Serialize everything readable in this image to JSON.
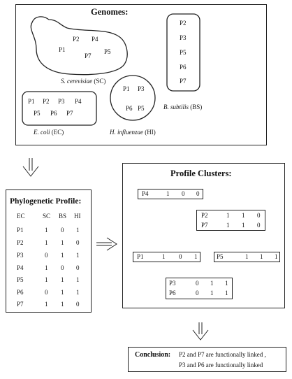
{
  "genomes": {
    "title": "Genomes:",
    "sc": {
      "proteins": [
        "P1",
        "P2",
        "P4",
        "P7",
        "P5"
      ],
      "species": "S. cerevisiae",
      "abbr": "(SC)"
    },
    "bs": {
      "proteins": [
        "P2",
        "P3",
        "P5",
        "P6",
        "P7"
      ],
      "species": "B. subtilis",
      "abbr": "(BS)"
    },
    "ec": {
      "proteins": [
        "P1",
        "P2",
        "P3",
        "P4",
        "P5",
        "P6",
        "P7"
      ],
      "species": "E. coli",
      "abbr": "(EC)"
    },
    "hi": {
      "proteins": [
        "P1",
        "P3",
        "P6",
        "P5"
      ],
      "species": "H. influenzae",
      "abbr": "(HI)"
    }
  },
  "profile": {
    "title": "Phylogenetic Profile:",
    "headers": [
      "EC",
      "SC",
      "BS",
      "HI"
    ],
    "rows": [
      [
        "P1",
        "1",
        "0",
        "1"
      ],
      [
        "P2",
        "1",
        "1",
        "0"
      ],
      [
        "P3",
        "0",
        "1",
        "1"
      ],
      [
        "P4",
        "1",
        "0",
        "0"
      ],
      [
        "P5",
        "1",
        "1",
        "1"
      ],
      [
        "P6",
        "0",
        "1",
        "1"
      ],
      [
        "P7",
        "1",
        "1",
        "0"
      ]
    ]
  },
  "clusters": {
    "title": "Profile Clusters:",
    "p4": {
      "label": "P4",
      "v": [
        "1",
        "0",
        "0"
      ]
    },
    "p2p7": [
      {
        "label": "P2",
        "v": [
          "1",
          "1",
          "0"
        ]
      },
      {
        "label": "P7",
        "v": [
          "1",
          "1",
          "0"
        ]
      }
    ],
    "p1": {
      "label": "P1",
      "v": [
        "1",
        "0",
        "1"
      ]
    },
    "p5": {
      "label": "P5",
      "v": [
        "1",
        "1",
        "1"
      ]
    },
    "p3p6": [
      {
        "label": "P3",
        "v": [
          "0",
          "1",
          "1"
        ]
      },
      {
        "label": "P6",
        "v": [
          "0",
          "1",
          "1"
        ]
      }
    ]
  },
  "conclusion": {
    "label": "Conclusion:",
    "line1": "P2 and P7 are functionally linked ,",
    "line2": "P3 and P6 are functionally linked"
  }
}
